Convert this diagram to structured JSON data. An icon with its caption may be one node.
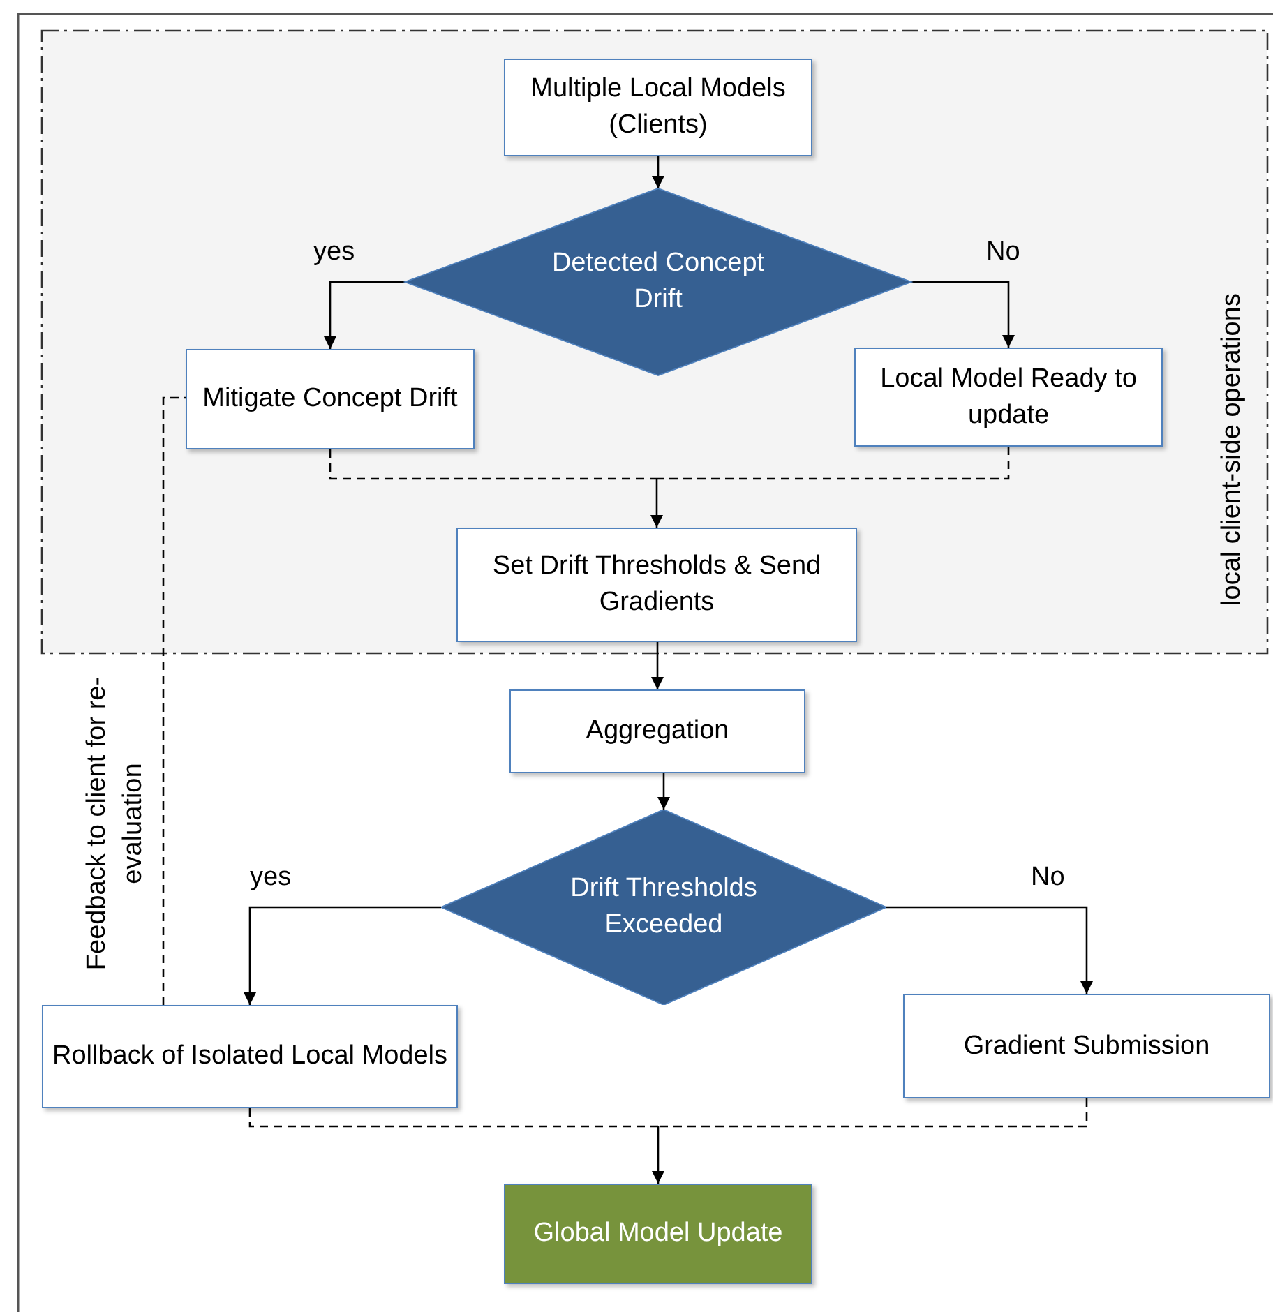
{
  "diagram": {
    "nodes": [
      {
        "text": [
          "local client-side operations"
        ]
      },
      {
        "text": [
          "Multiple Local Models (Clients)"
        ],
        "in": 0
      },
      {
        "text": [
          "Detected Concept Drift"
        ],
        "in": 0
      },
      {
        "text": [
          "Mitigate Concept Drift"
        ],
        "in": 0
      },
      {
        "text": [
          "Local Model Ready to update"
        ],
        "in": 0
      },
      {
        "text": [
          "Set Drift Thresholds & Send Gradients"
        ],
        "in": 0
      },
      {
        "text": [
          "Aggregation"
        ]
      },
      {
        "text": [
          "Drift Thresholds Exceeded"
        ]
      },
      {
        "text": [
          "Rollback of Isolated Local Models"
        ]
      },
      {
        "text": [
          "Gradient Submission"
        ]
      },
      {
        "text": [
          "Global Model Update"
        ]
      }
    ],
    "edges": [
      {
        "from": 1,
        "to": 2,
        "arrow": "to"
      },
      {
        "from": 2,
        "to": 3,
        "arrow": "to",
        "label": "yes"
      },
      {
        "from": 2,
        "to": 4,
        "arrow": "to",
        "label": "No"
      },
      {
        "from": 3,
        "to": 5,
        "arrow": "to",
        "style": "dashed"
      },
      {
        "from": 4,
        "to": 5,
        "arrow": "to",
        "style": "dashed"
      },
      {
        "from": 5,
        "to": 6,
        "arrow": "to"
      },
      {
        "from": 6,
        "to": 7,
        "arrow": "to"
      },
      {
        "from": 7,
        "to": 8,
        "arrow": "to",
        "label": "yes"
      },
      {
        "from": 7,
        "to": 9,
        "arrow": "to",
        "label": "No"
      },
      {
        "from": 8,
        "to": 10,
        "arrow": "to",
        "style": "dashed"
      },
      {
        "from": 9,
        "to": 10,
        "arrow": "to",
        "style": "dashed"
      },
      {
        "from": 8,
        "to": 3,
        "arrow": "none",
        "style": "dashed",
        "label": "Feedback to client for re-evaluation"
      }
    ]
  }
}
